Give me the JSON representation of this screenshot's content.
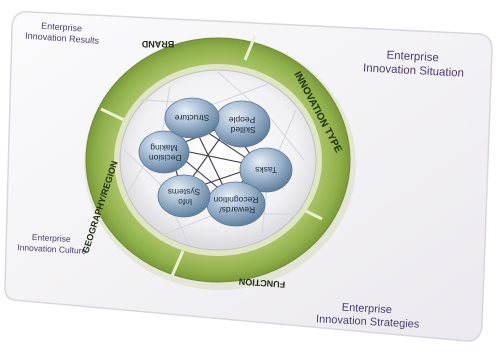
{
  "corners": {
    "top_left": [
      "Enterprise",
      "Innovation Results"
    ],
    "top_right": [
      "Enterprise",
      "Innovation Situation"
    ],
    "bottom_left": [
      "Enterprise",
      "Innovation Culture"
    ],
    "bottom_right": [
      "Enterprise",
      "Innovation Strategies"
    ]
  },
  "ring": {
    "brand": "BRAND",
    "innovation_type": "INNOVATION TYPE",
    "function": "FUNCTION",
    "geography": "GEOGRAPHY/REGION"
  },
  "hub": {
    "skilled_people": [
      "Skilled",
      "People"
    ],
    "tasks": [
      "Tasks"
    ],
    "rewards": [
      "Rewards/",
      "Recognition"
    ],
    "info_systems": [
      "Info",
      "Systems"
    ],
    "decision_making": [
      "Decision",
      "Making"
    ],
    "structure": [
      "Structure"
    ]
  },
  "colors": {
    "card": "#f4f3f6",
    "card_edge": "#d9d7de",
    "ring_green": "#8fb04a",
    "ring_light": "#c3d58c",
    "corner_text": "#4a3d6b",
    "ring_text": "#1f2a10",
    "bubble": "#6f8fae",
    "bubble_light": "#c9d7e6"
  }
}
